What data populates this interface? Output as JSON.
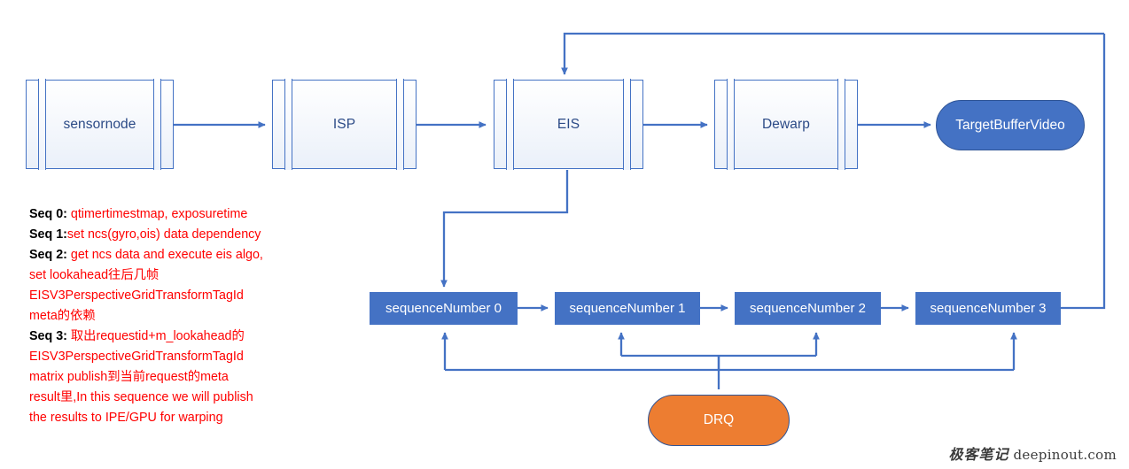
{
  "diagram": {
    "title": "EIS pipeline sequence diagram",
    "colors": {
      "accent_blue": "#4472C4",
      "line_blue": "#4472C4",
      "dark_blue_border": "#2F5496",
      "orange": "#ED7D31",
      "note_red": "#FF0000",
      "note_key_black": "#000000",
      "component_label": "#2B4A86"
    },
    "pipeline": [
      {
        "id": "sensornode",
        "label": "sensornode",
        "shape": "component"
      },
      {
        "id": "isp",
        "label": "ISP",
        "shape": "component"
      },
      {
        "id": "eis",
        "label": "EIS",
        "shape": "component"
      },
      {
        "id": "dewarp",
        "label": "Dewarp",
        "shape": "component"
      },
      {
        "id": "targetbuffervideo",
        "label": "TargetBufferVideo",
        "shape": "rounded-pill",
        "fill": "#4472C4"
      }
    ],
    "sequence_blocks": [
      {
        "id": "seq0",
        "label": "sequenceNumber 0"
      },
      {
        "id": "seq1",
        "label": "sequenceNumber 1"
      },
      {
        "id": "seq2",
        "label": "sequenceNumber 2"
      },
      {
        "id": "seq3",
        "label": "sequenceNumber 3"
      }
    ],
    "queue": {
      "id": "drq",
      "label": "DRQ",
      "shape": "rounded-pill",
      "fill": "#ED7D31"
    },
    "notes": [
      {
        "key": "Seq 0:",
        "text": " qtimertimestmap, exposuretime"
      },
      {
        "key": "Seq 1:",
        "text": "set ncs(gyro,ois) data dependency"
      },
      {
        "key": "Seq 2:",
        "text": " get ncs data and execute eis algo,"
      },
      {
        "key": "",
        "text": "set lookahead往后几帧"
      },
      {
        "key": "",
        "text": "EISV3PerspectiveGridTransformTagId"
      },
      {
        "key": "",
        "text": "meta的依赖"
      },
      {
        "key": "Seq 3:",
        "text": " 取出requestid+m_lookahead的"
      },
      {
        "key": "",
        "text": "EISV3PerspectiveGridTransformTagId"
      },
      {
        "key": "",
        "text": "matrix publish到当前request的meta"
      },
      {
        "key": "",
        "text": "result里,In this sequence we will publish"
      },
      {
        "key": "",
        "text": "the results to IPE/GPU for warping"
      }
    ]
  },
  "watermark": {
    "cn": "极客笔记",
    "en": "deepinout.com"
  }
}
